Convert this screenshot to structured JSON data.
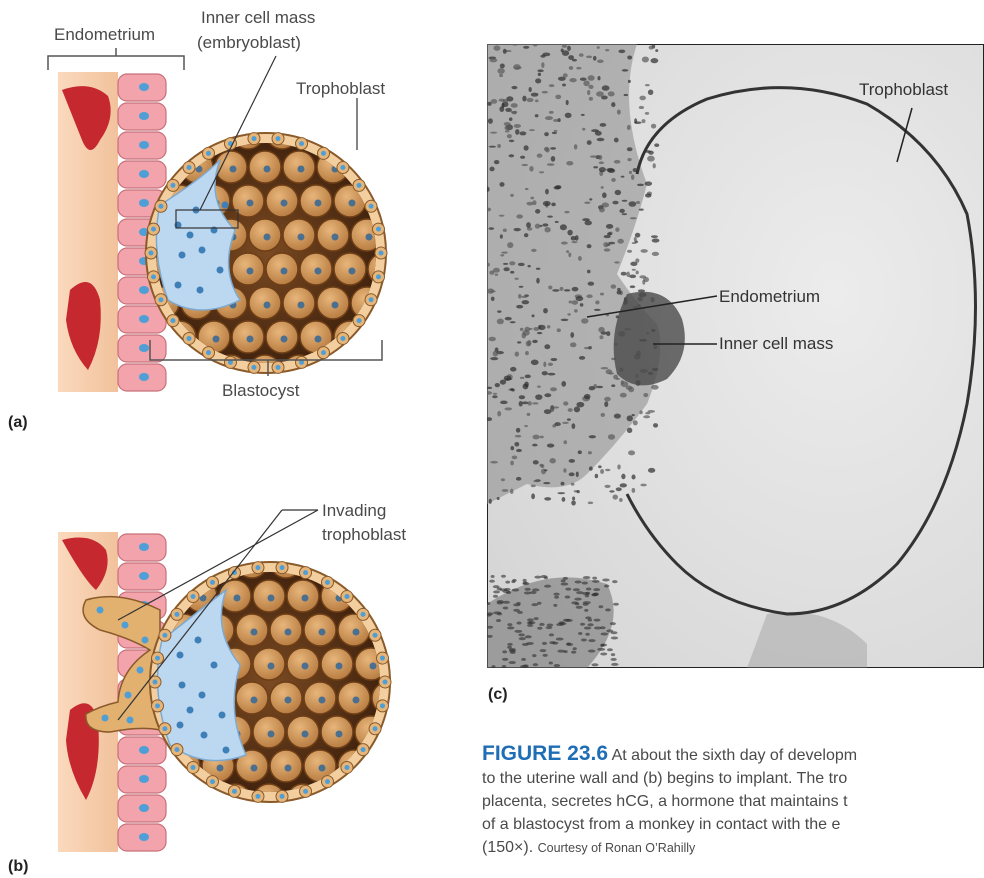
{
  "panel_a": {
    "letter": "(a)",
    "labels": {
      "endometrium": "Endometrium",
      "inner_cell_mass_1": "Inner cell mass",
      "inner_cell_mass_2": "(embryoblast)",
      "trophoblast": "Trophoblast",
      "blastocyst": "Blastocyst"
    }
  },
  "panel_b": {
    "letter": "(b)",
    "labels": {
      "invading_1": "Invading",
      "invading_2": "trophoblast"
    }
  },
  "panel_c": {
    "letter": "(c)",
    "labels": {
      "trophoblast": "Trophoblast",
      "endometrium": "Endometrium",
      "inner_cell_mass": "Inner cell mass"
    }
  },
  "caption": {
    "figure_number": "FIGURE 23.6",
    "line1": "At about the sixth day of developm",
    "line2": "to the uterine wall and (b) begins to implant. The tro",
    "line3": "placenta, secretes hCG, a hormone that maintains t",
    "line4": "of a blastocyst from a monkey in contact with the e",
    "line5": "(150×).",
    "credit": "Courtesy of Ronan O’Rahilly"
  },
  "colors": {
    "figure_number": "#1f6db5",
    "endometrium_cells": "#f2a3ab",
    "cell_nuclei": "#4f9fd6",
    "trophoblast": "#e6b57a",
    "inner_cell_mass": "#bcd7f0",
    "cavity_cells": "#c8894a",
    "blood_vessel": "#c5282e"
  }
}
